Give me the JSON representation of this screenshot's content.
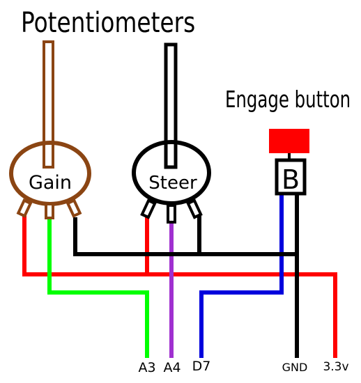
{
  "titles": {
    "main": "Potentiometers",
    "button_section": "Engage button"
  },
  "components": {
    "gain": {
      "label": "Gain",
      "color": "#8B4513"
    },
    "steer": {
      "label": "Steer",
      "color": "#000000"
    },
    "button": {
      "label": "B",
      "cap_color": "#FF0000"
    }
  },
  "pins": {
    "a3": "A3",
    "a4": "A4",
    "d7": "D7",
    "gnd": "GND",
    "v33": "3.3v"
  },
  "wire_colors": {
    "power": "#FF0000",
    "ground": "#000000",
    "gain_signal": "#00FF00",
    "steer_signal": "#A030D0",
    "button_signal": "#0000DD"
  }
}
